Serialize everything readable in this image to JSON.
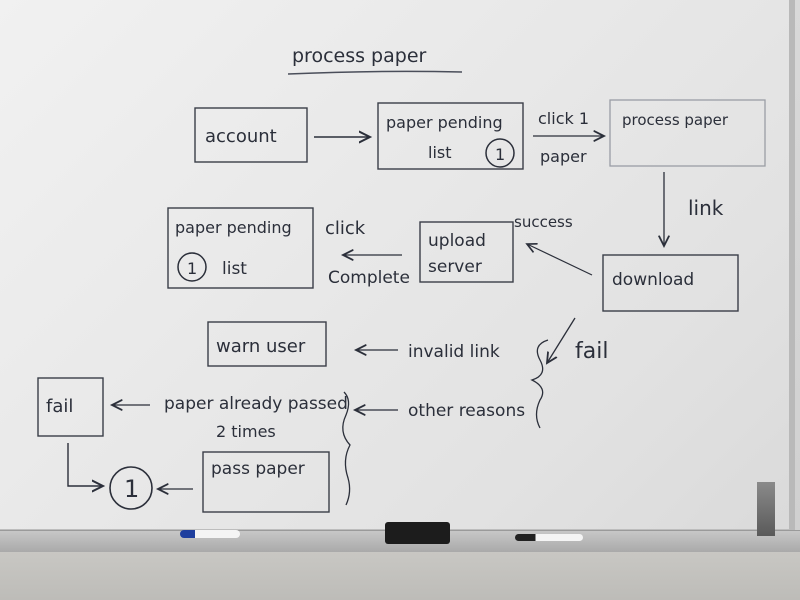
{
  "title": "process paper",
  "nodes": {
    "account": "account",
    "paper_pending_1": {
      "line1": "paper pending",
      "line2": "list",
      "badge": "1"
    },
    "process_paper": "process paper",
    "download": "download",
    "upload_server": {
      "line1": "upload",
      "line2": "server"
    },
    "paper_pending_2": {
      "line1": "paper pending",
      "line2": "list",
      "badge": "1"
    },
    "warn_user": "warn user",
    "fail_box": "fail",
    "pass_paper": "pass paper",
    "circle_one": "1"
  },
  "edge_labels": {
    "click1_paper": {
      "line1": "click 1",
      "line2": "paper"
    },
    "link": "link",
    "success": "success",
    "click_complete": {
      "line1": "click",
      "line2": "Complete"
    },
    "fail": "fail",
    "invalid_link": "invalid link",
    "other_reasons": "other reasons",
    "already_passed": {
      "line1": "paper already passed",
      "line2": "2 times"
    }
  }
}
